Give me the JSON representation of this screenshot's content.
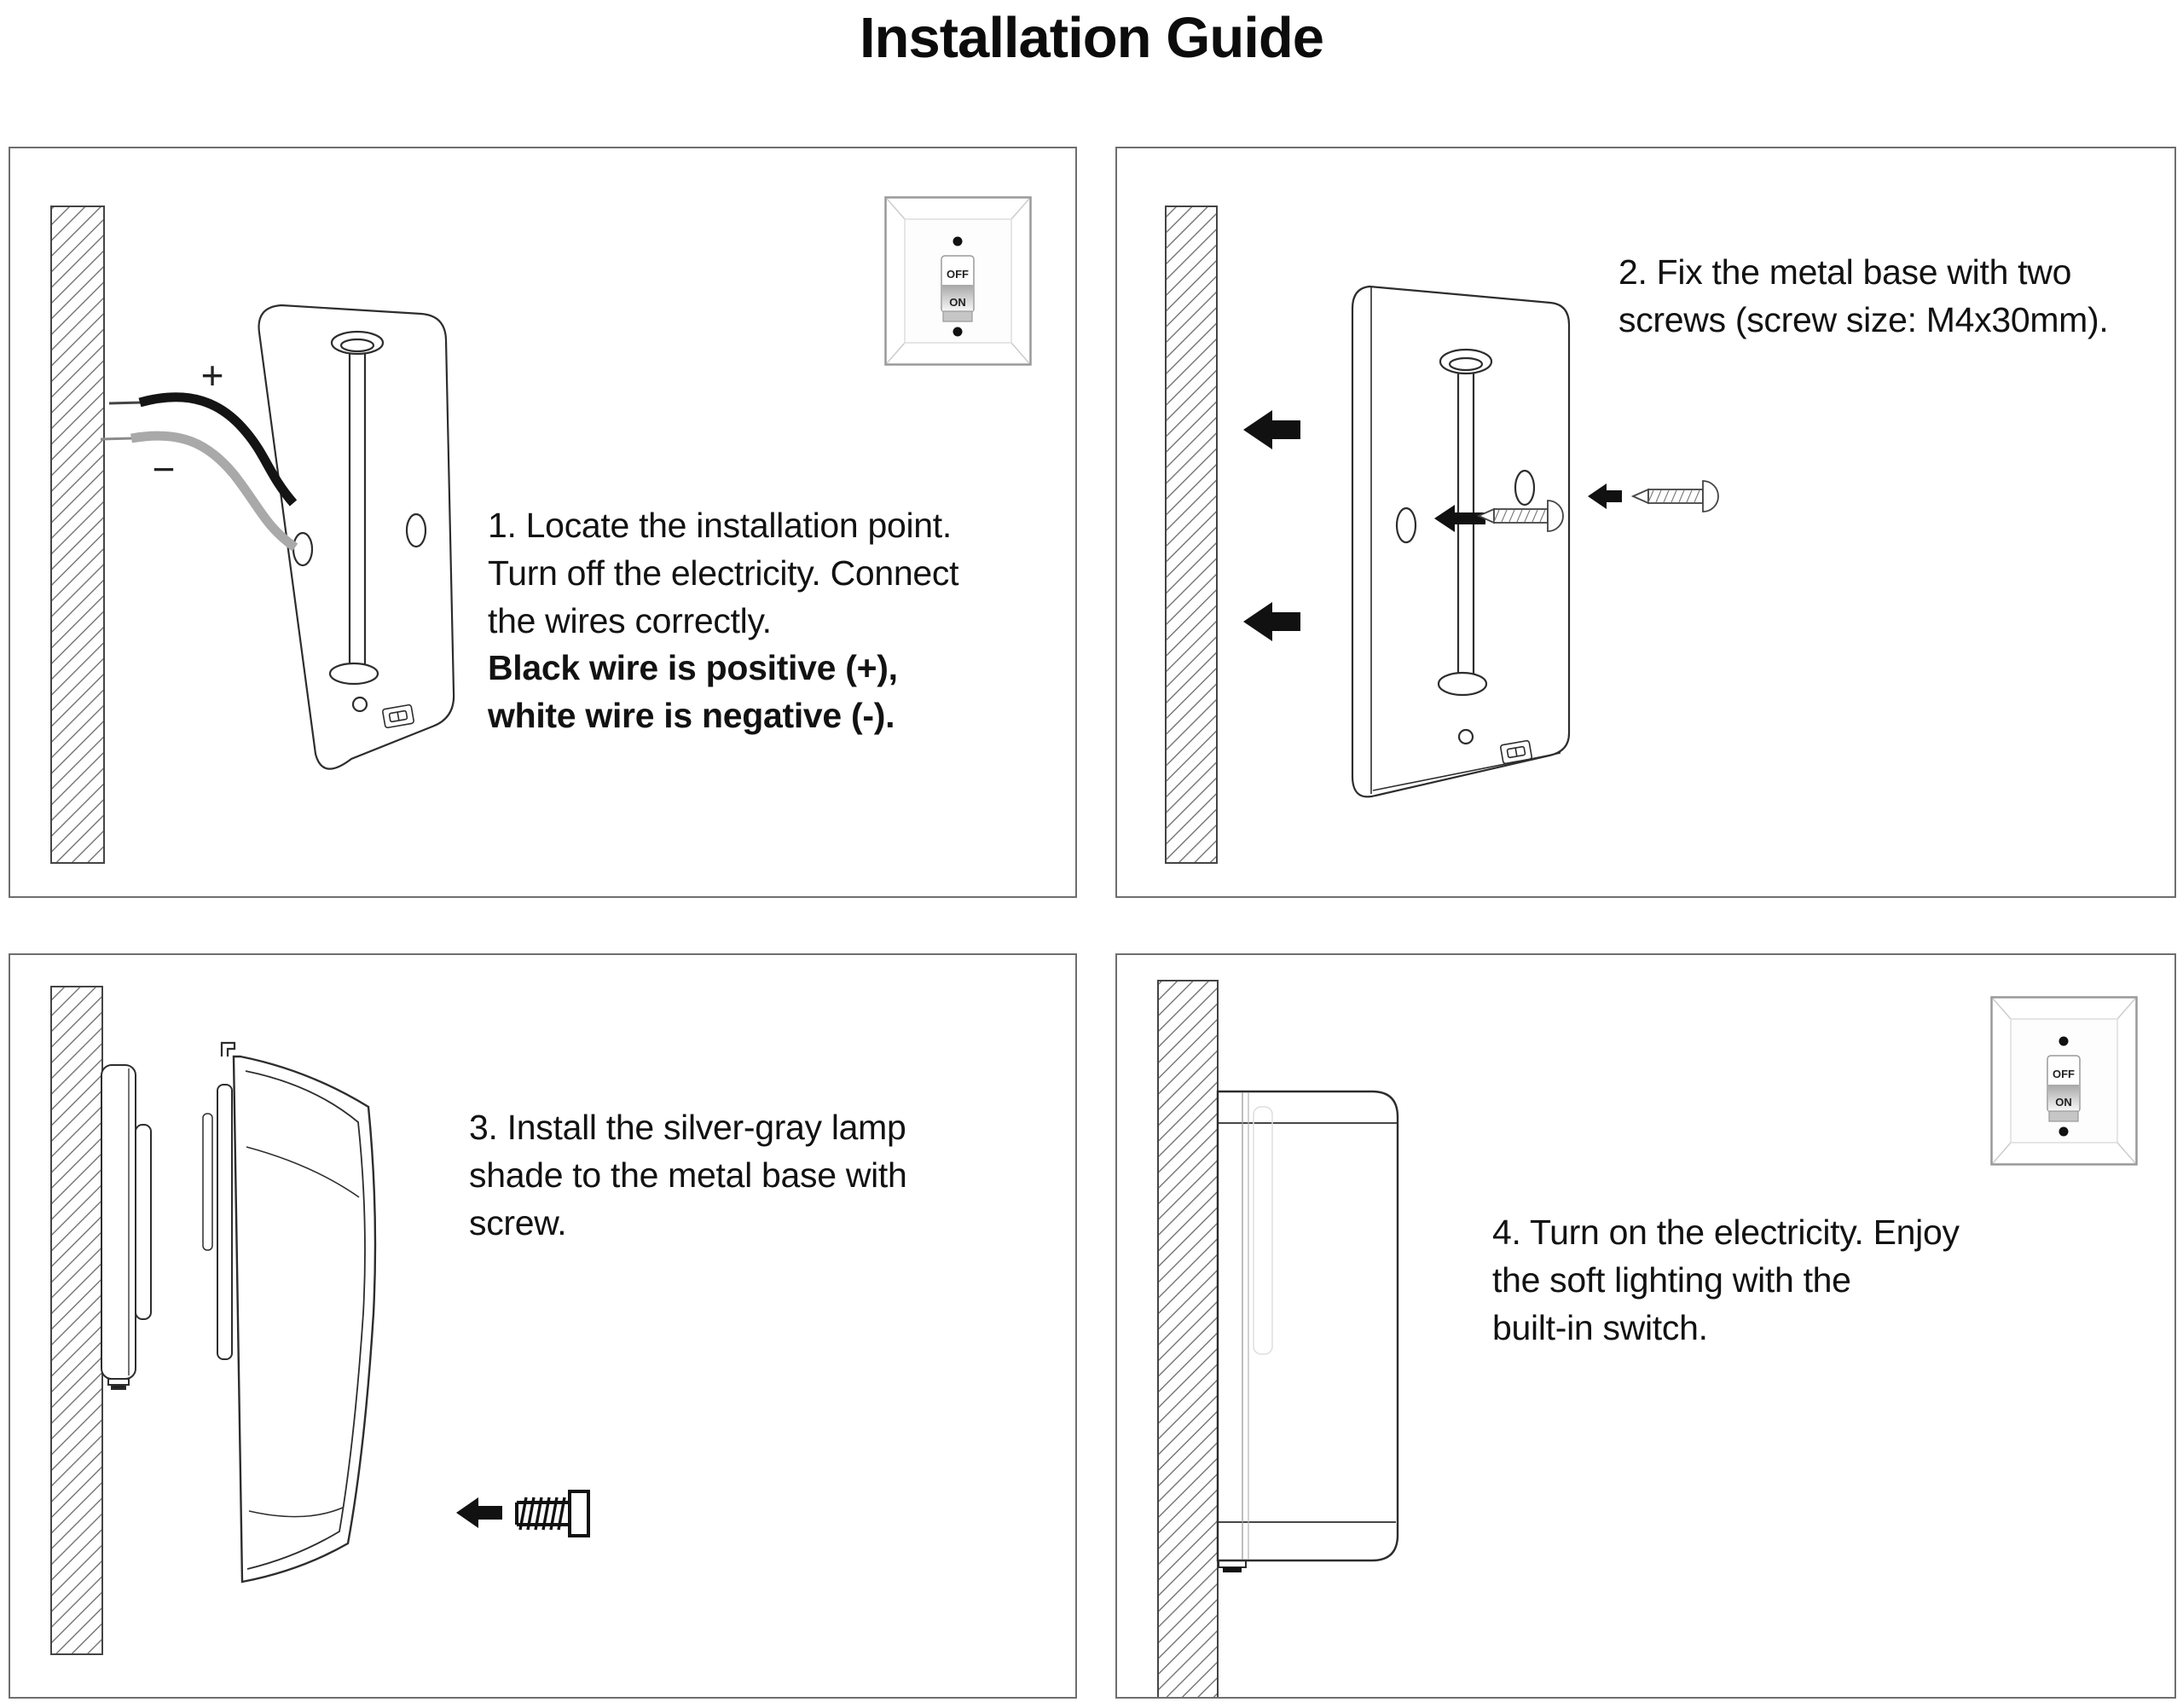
{
  "title": "Installation Guide",
  "switch_icon": {
    "off_label": "OFF",
    "on_label": "ON"
  },
  "step1": {
    "text": "1. Locate the installation point.\nTurn off the electricity. Connect\nthe wires correctly.",
    "bold_text": "Black wire is positive (+),\nwhite wire is negative (-).",
    "positive_symbol": "+",
    "negative_symbol": "−"
  },
  "step2": {
    "text": "2. Fix the metal base with two\nscrews (screw size: M4x30mm)."
  },
  "step3": {
    "text": "3. Install the silver-gray lamp\nshade to the metal base with\nscrew."
  },
  "step4": {
    "text": "4. Turn on the electricity. Enjoy\nthe soft lighting with the\nbuilt-in switch."
  }
}
